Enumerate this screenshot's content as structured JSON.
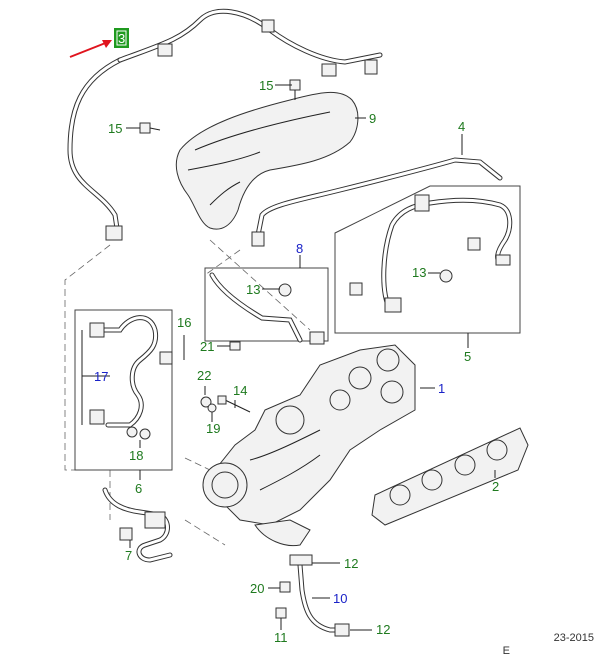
{
  "labels": {
    "l1": "1",
    "l2": "2",
    "l3": "3",
    "l4": "4",
    "l5": "5",
    "l6": "6",
    "l7": "7",
    "l8": "8",
    "l9": "9",
    "l10": "10",
    "l11": "11",
    "l12a": "12",
    "l12b": "12",
    "l13a": "13",
    "l13b": "13",
    "l14": "14",
    "l15a": "15",
    "l15b": "15",
    "l16": "16",
    "l17": "17",
    "l18": "18",
    "l19": "19",
    "l20": "20",
    "l21": "21",
    "l22": "22"
  },
  "footer": {
    "date": "23-2015",
    "code": "E"
  },
  "colors": {
    "label_green": "#1f7a1f",
    "label_blue": "#1a22c8",
    "arrow_red": "#e0141e",
    "callout_box": "#1f9a1f"
  }
}
